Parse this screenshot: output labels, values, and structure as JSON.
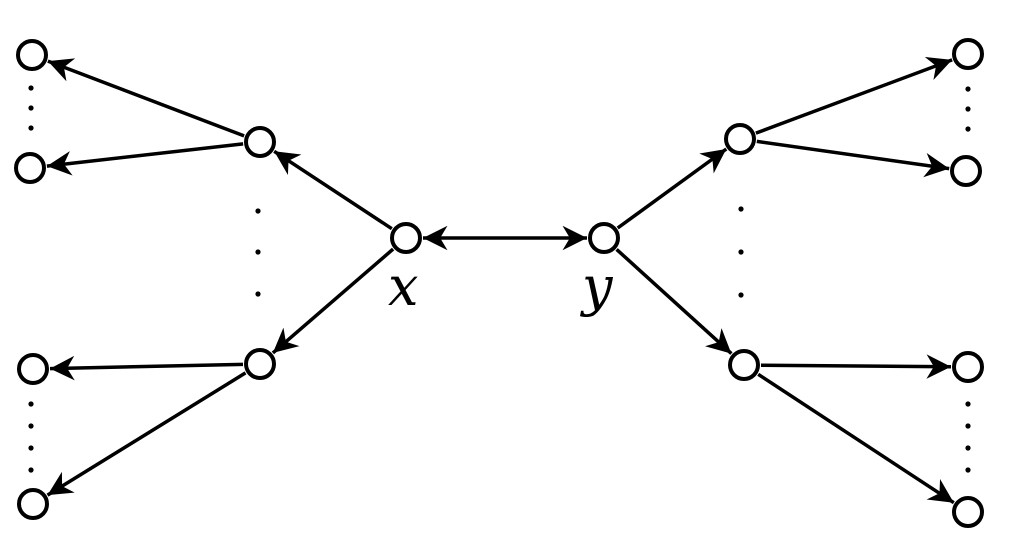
{
  "diagram": {
    "labels": {
      "x": "x",
      "y": "y"
    },
    "colors": {
      "ink": "#000000",
      "node_fill": "#ffffff",
      "background": "#ffffff"
    },
    "nodes": [
      {
        "id": "x",
        "label": "x"
      },
      {
        "id": "y",
        "label": "y"
      },
      {
        "id": "left-upper-hub",
        "label": ""
      },
      {
        "id": "left-lower-hub",
        "label": ""
      },
      {
        "id": "right-upper-hub",
        "label": ""
      },
      {
        "id": "right-lower-hub",
        "label": ""
      },
      {
        "id": "left-leaf-1",
        "label": ""
      },
      {
        "id": "left-leaf-2",
        "label": ""
      },
      {
        "id": "left-leaf-3",
        "label": ""
      },
      {
        "id": "left-leaf-4",
        "label": ""
      },
      {
        "id": "right-leaf-1",
        "label": ""
      },
      {
        "id": "right-leaf-2",
        "label": ""
      },
      {
        "id": "right-leaf-3",
        "label": ""
      },
      {
        "id": "right-leaf-4",
        "label": ""
      }
    ],
    "edges": [
      {
        "from": "x",
        "to": "y",
        "bidirectional": true
      },
      {
        "from": "x",
        "to": "left-upper-hub",
        "bidirectional": false
      },
      {
        "from": "x",
        "to": "left-lower-hub",
        "bidirectional": false
      },
      {
        "from": "y",
        "to": "right-upper-hub",
        "bidirectional": false
      },
      {
        "from": "y",
        "to": "right-lower-hub",
        "bidirectional": false
      },
      {
        "from": "left-upper-hub",
        "to": "left-leaf-1",
        "bidirectional": false
      },
      {
        "from": "left-upper-hub",
        "to": "left-leaf-2",
        "bidirectional": false
      },
      {
        "from": "left-lower-hub",
        "to": "left-leaf-3",
        "bidirectional": false
      },
      {
        "from": "left-lower-hub",
        "to": "left-leaf-4",
        "bidirectional": false
      },
      {
        "from": "right-upper-hub",
        "to": "right-leaf-1",
        "bidirectional": false
      },
      {
        "from": "right-upper-hub",
        "to": "right-leaf-2",
        "bidirectional": false
      },
      {
        "from": "right-lower-hub",
        "to": "right-leaf-3",
        "bidirectional": false
      },
      {
        "from": "right-lower-hub",
        "to": "right-leaf-4",
        "bidirectional": false
      }
    ]
  }
}
